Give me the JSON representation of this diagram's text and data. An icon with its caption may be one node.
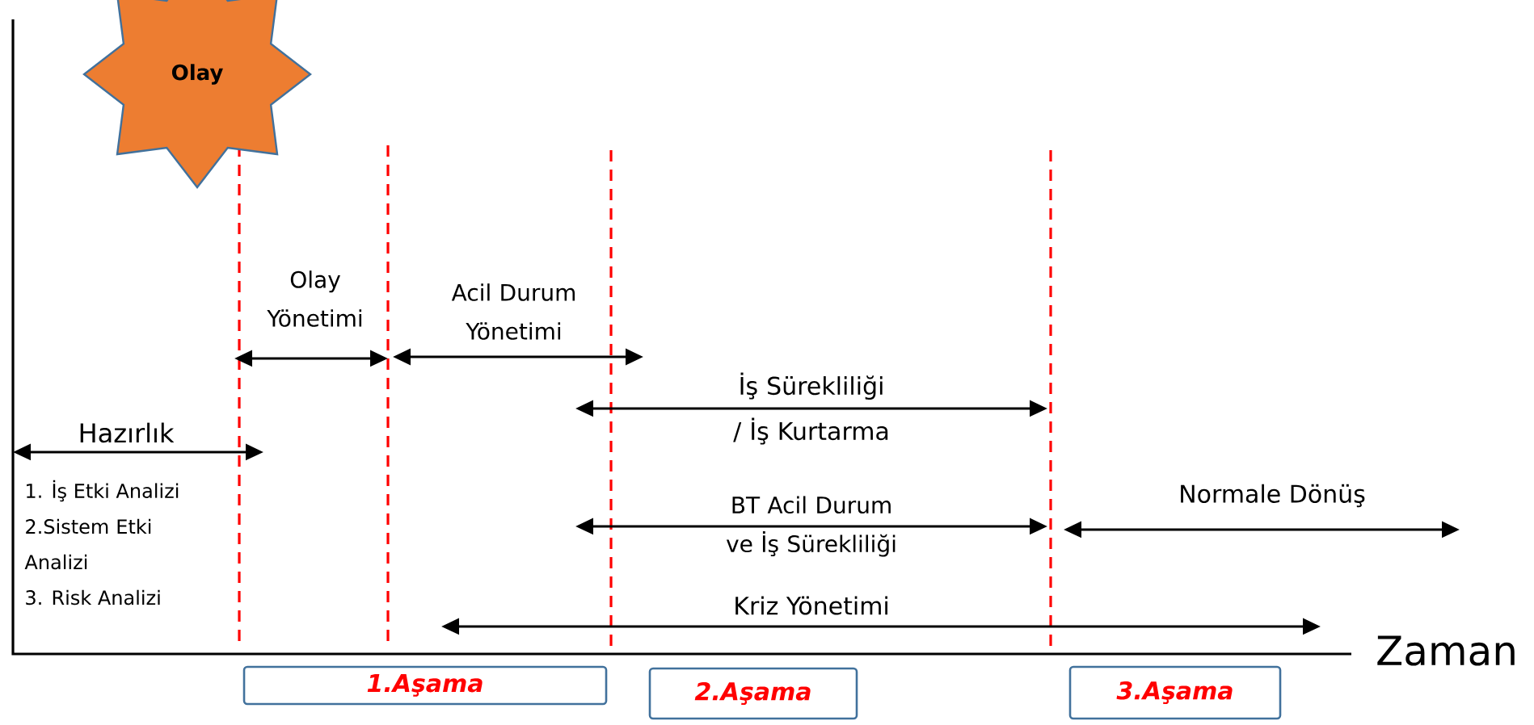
{
  "diagram": {
    "nodes": [
      {
        "text": [
          "Olay"
        ]
      },
      {
        "text": [
          "1.Aşama"
        ]
      },
      {
        "text": [
          "2.Aşama"
        ]
      },
      {
        "text": [
          "3.Aşama"
        ]
      }
    ],
    "labels": [
      "Olay Yönetimi",
      "Acil Durum Yönetimi",
      "İş Sürekliliği / İş Kurtarma",
      "Hazırlık",
      "1. İş Etki Analizi",
      "2.Sistem Etki Analizi",
      "BT Acil Durum ve İş Sürekliliği",
      "Normale Dönüş",
      "3. Risk Analizi",
      "Kriz Yönetimi",
      "Zaman"
    ]
  }
}
